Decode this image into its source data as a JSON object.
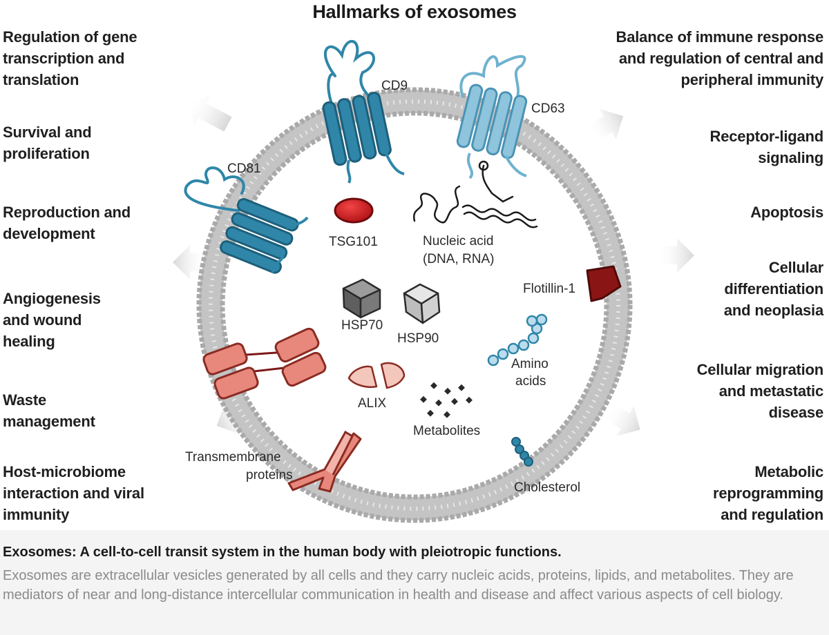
{
  "title": "Hallmarks of exosomes",
  "left_functions": [
    "Regulation of gene\ntranscription and\ntranslation",
    "Survival and\nproliferation",
    "Reproduction and\ndevelopment",
    "Angiogenesis\nand wound\nhealing",
    "Waste\nmanagement",
    "Host-microbiome\ninteraction and viral\nimmunity"
  ],
  "right_functions": [
    "Balance of immune response\nand regulation of central and\nperipheral immunity",
    "Receptor-ligand\nsignaling",
    "Apoptosis",
    "Cellular\ndifferentiation\nand neoplasia",
    "Cellular migration\nand metastatic\ndisease",
    "Metabolic\nreprogramming\nand regulation"
  ],
  "labels": {
    "cd9": "CD9",
    "cd63": "CD63",
    "cd81": "CD81",
    "tsg101": "TSG101",
    "nucleic_1": "Nucleic acid",
    "nucleic_2": "(DNA, RNA)",
    "hsp70": "HSP70",
    "hsp90": "HSP90",
    "flotillin": "Flotillin-1",
    "amino_1": "Amino",
    "amino_2": "acids",
    "alix": "ALIX",
    "metabolites": "Metabolites",
    "transmembrane_1": "Transmembrane",
    "transmembrane_2": "proteins",
    "cholesterol": "Cholesterol"
  },
  "colors": {
    "membrane": "#b4b4b4",
    "tetraspanin_dark": "#2f86a8",
    "tetraspanin_light": "#8ec4dc",
    "tsg101": "#c8161d",
    "flotillin": "#8a1515",
    "protein_pink": "#e8887c"
  },
  "caption": {
    "heading": "Exosomes: A cell-to-cell transit system in the human body with pleiotropic functions.",
    "body": "Exosomes are extracellular vesicles generated by all cells and they carry nucleic acids, proteins, lipids, and metabolites. They are mediators of near and long-distance intercellular communication in health and disease and affect various aspects of cell biology."
  }
}
